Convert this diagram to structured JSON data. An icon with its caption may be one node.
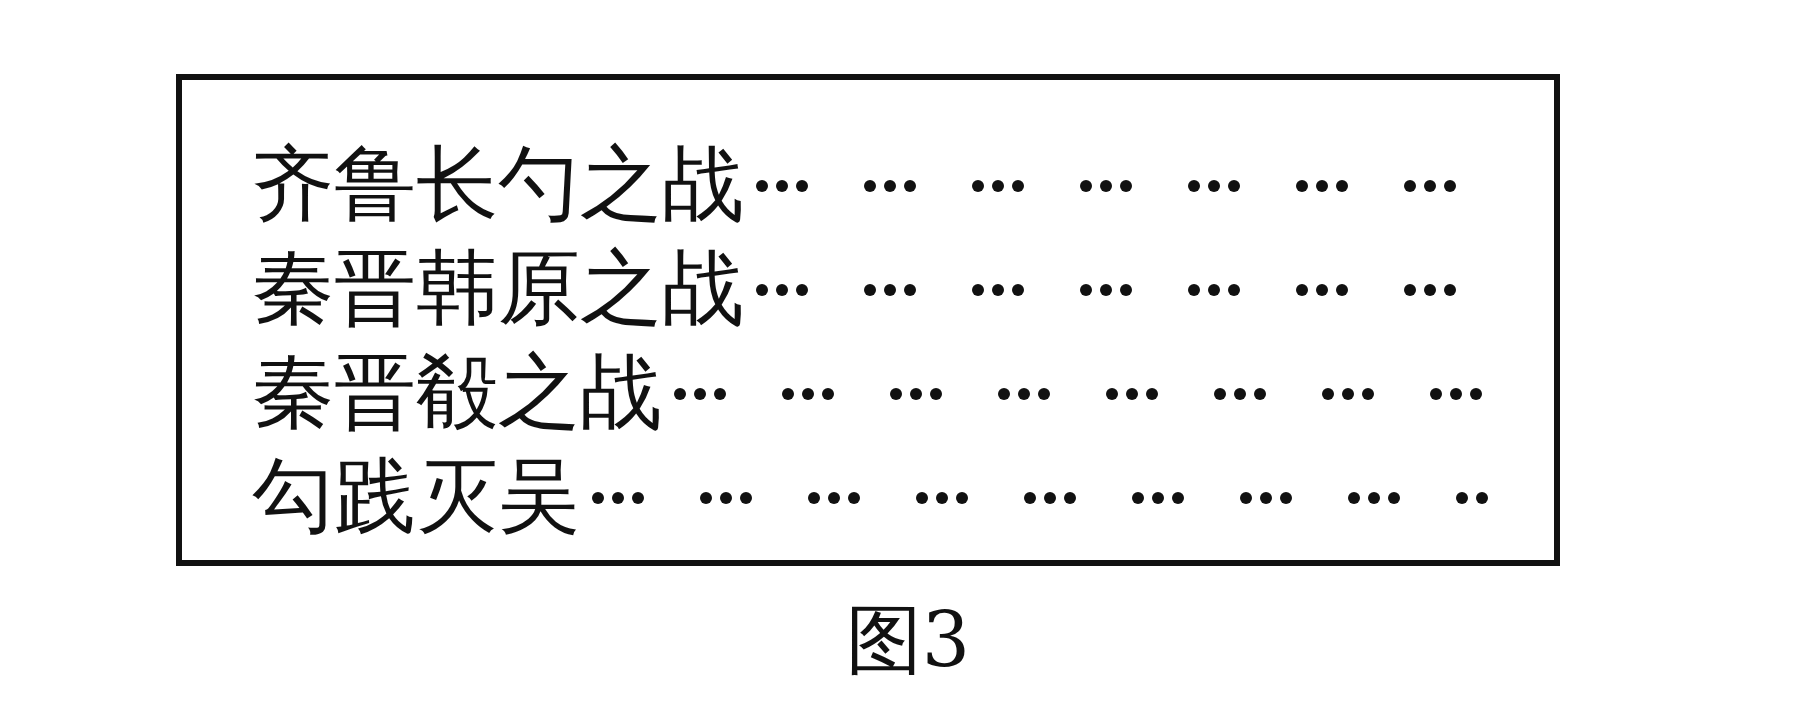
{
  "diagram": {
    "caption": "图3",
    "nodes": [
      {
        "text": [
          "齐鲁长勺之战",
          "秦晋韩原之战",
          "秦晋殽之战",
          "勾践灭吴"
        ]
      }
    ]
  }
}
